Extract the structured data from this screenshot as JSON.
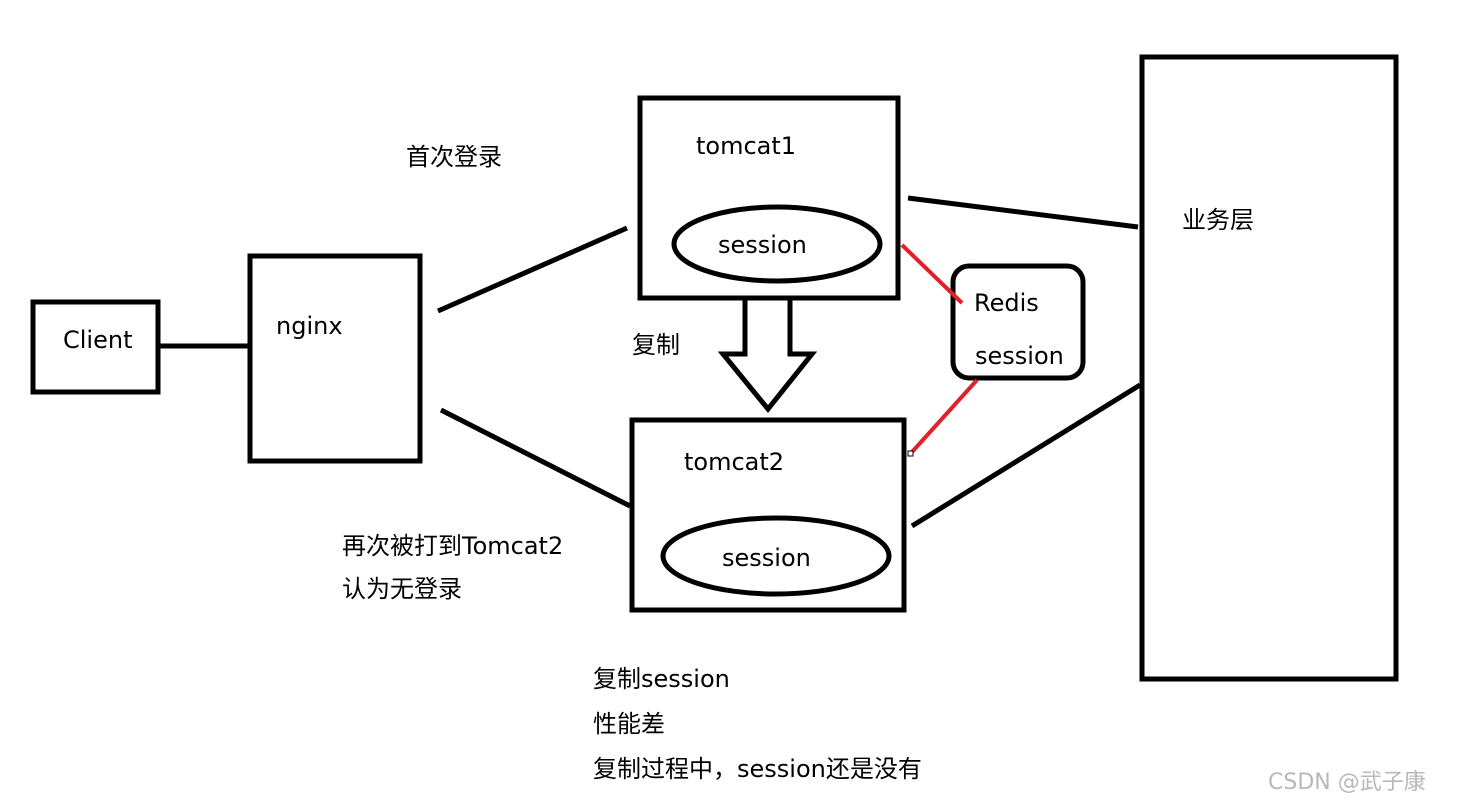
{
  "nodes": {
    "client": "Client",
    "nginx": "nginx",
    "tomcat1": "tomcat1",
    "tomcat1_session": "session",
    "tomcat2": "tomcat2",
    "tomcat2_session": "session",
    "redis_line1": "Redis",
    "redis_line2": "session",
    "business": "业务层"
  },
  "annotations": {
    "first_login": "首次登录",
    "copy": "复制",
    "second_hit_line1": "再次被打到Tomcat2",
    "second_hit_line2": "认为无登录",
    "notes": [
      "复制session",
      "性能差",
      "复制过程中，session还是没有"
    ]
  },
  "watermark": "CSDN @武子康",
  "colors": {
    "stroke": "#000000",
    "redis_link": "#e0202a",
    "watermark": "#b8b8b8"
  }
}
